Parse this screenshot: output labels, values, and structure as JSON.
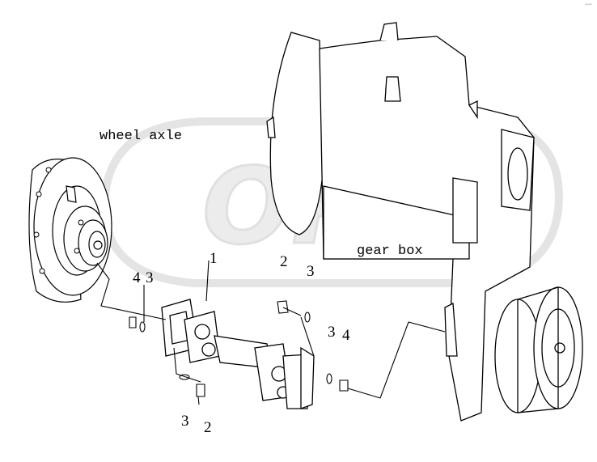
{
  "watermark": "OPEX",
  "corner_mark": "ᵒᵖᵉˣ",
  "labels": {
    "wheel_axle": "wheel axle",
    "gear_box": "gear box"
  },
  "callouts": {
    "c1": "1",
    "c2_top": "2",
    "c3_top": "3",
    "c4_left": "4",
    "c3_left": "3",
    "c3_right": "3",
    "c4_right": "4",
    "c3_bottom": "3",
    "c2_bottom": "2"
  }
}
